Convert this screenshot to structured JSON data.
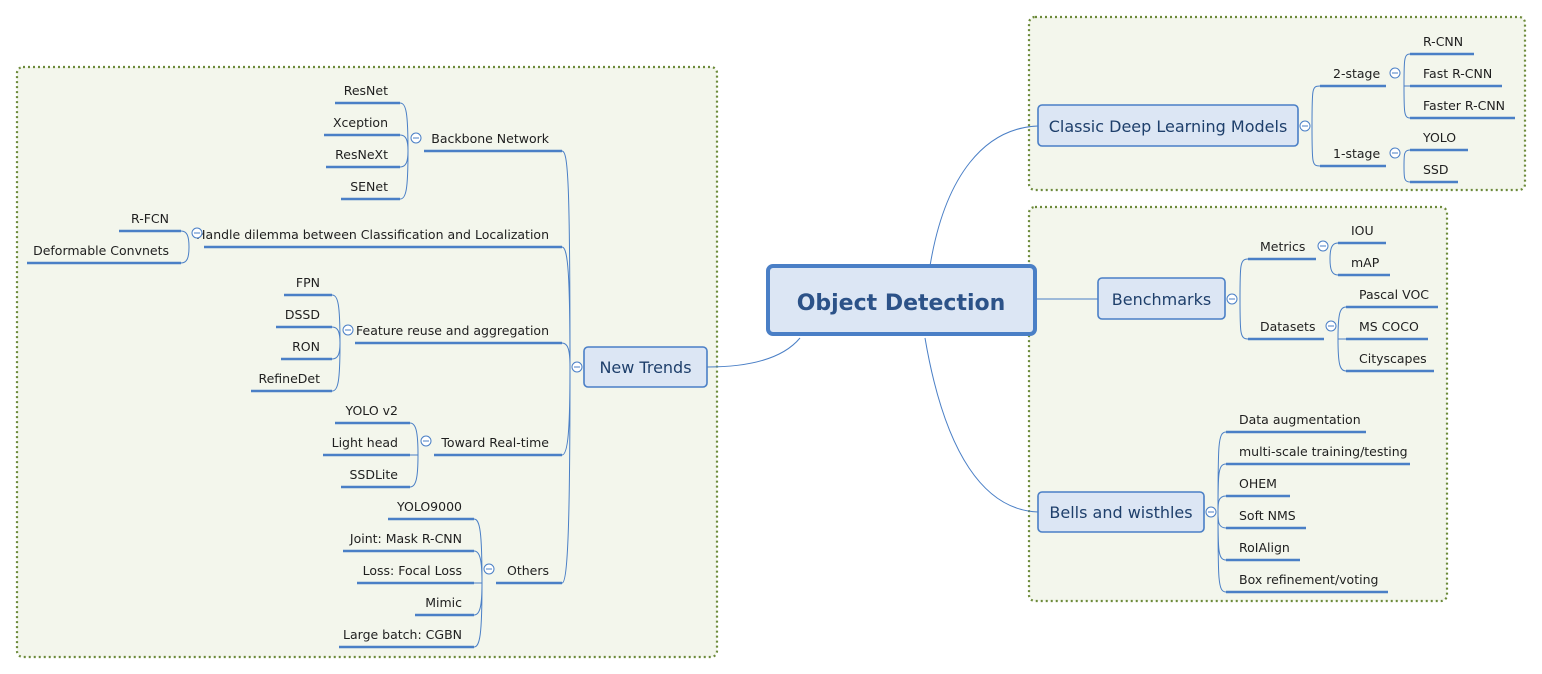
{
  "central": "Object Detection",
  "classic": {
    "label": "Classic Deep Learning Models",
    "two_stage": {
      "label": "2-stage",
      "items": [
        "R-CNN",
        "Fast R-CNN",
        "Faster R-CNN"
      ]
    },
    "one_stage": {
      "label": "1-stage",
      "items": [
        "YOLO",
        "SSD"
      ]
    }
  },
  "benchmarks": {
    "label": "Benchmarks",
    "metrics": {
      "label": "Metrics",
      "items": [
        "IOU",
        "mAP"
      ]
    },
    "datasets": {
      "label": "Datasets",
      "items": [
        "Pascal VOC",
        "MS COCO",
        "Cityscapes"
      ]
    }
  },
  "bells": {
    "label": "Bells and wisthles",
    "items": [
      "Data augmentation",
      "multi-scale training/testing",
      "OHEM",
      "Soft NMS",
      "RoIAlign",
      "Box refinement/voting"
    ]
  },
  "trends": {
    "label": "New Trends",
    "backbone": {
      "label": "Backbone Network",
      "items": [
        "ResNet",
        "Xception",
        "ResNeXt",
        "SENet"
      ]
    },
    "dilemma": {
      "label": "Handle dilemma between Classification and Localization",
      "items": [
        "R-FCN",
        "Deformable Convnets"
      ]
    },
    "feature": {
      "label": "Feature reuse and aggregation",
      "items": [
        "FPN",
        "DSSD",
        "RON",
        "RefineDet"
      ]
    },
    "realtime": {
      "label": "Toward Real-time",
      "items": [
        "YOLO v2",
        "Light head",
        "SSDLite"
      ]
    },
    "others": {
      "label": "Others",
      "items": [
        "YOLO9000",
        "Joint: Mask R-CNN",
        "Loss: Focal Loss",
        "Mimic",
        "Large batch: CGBN"
      ]
    }
  }
}
